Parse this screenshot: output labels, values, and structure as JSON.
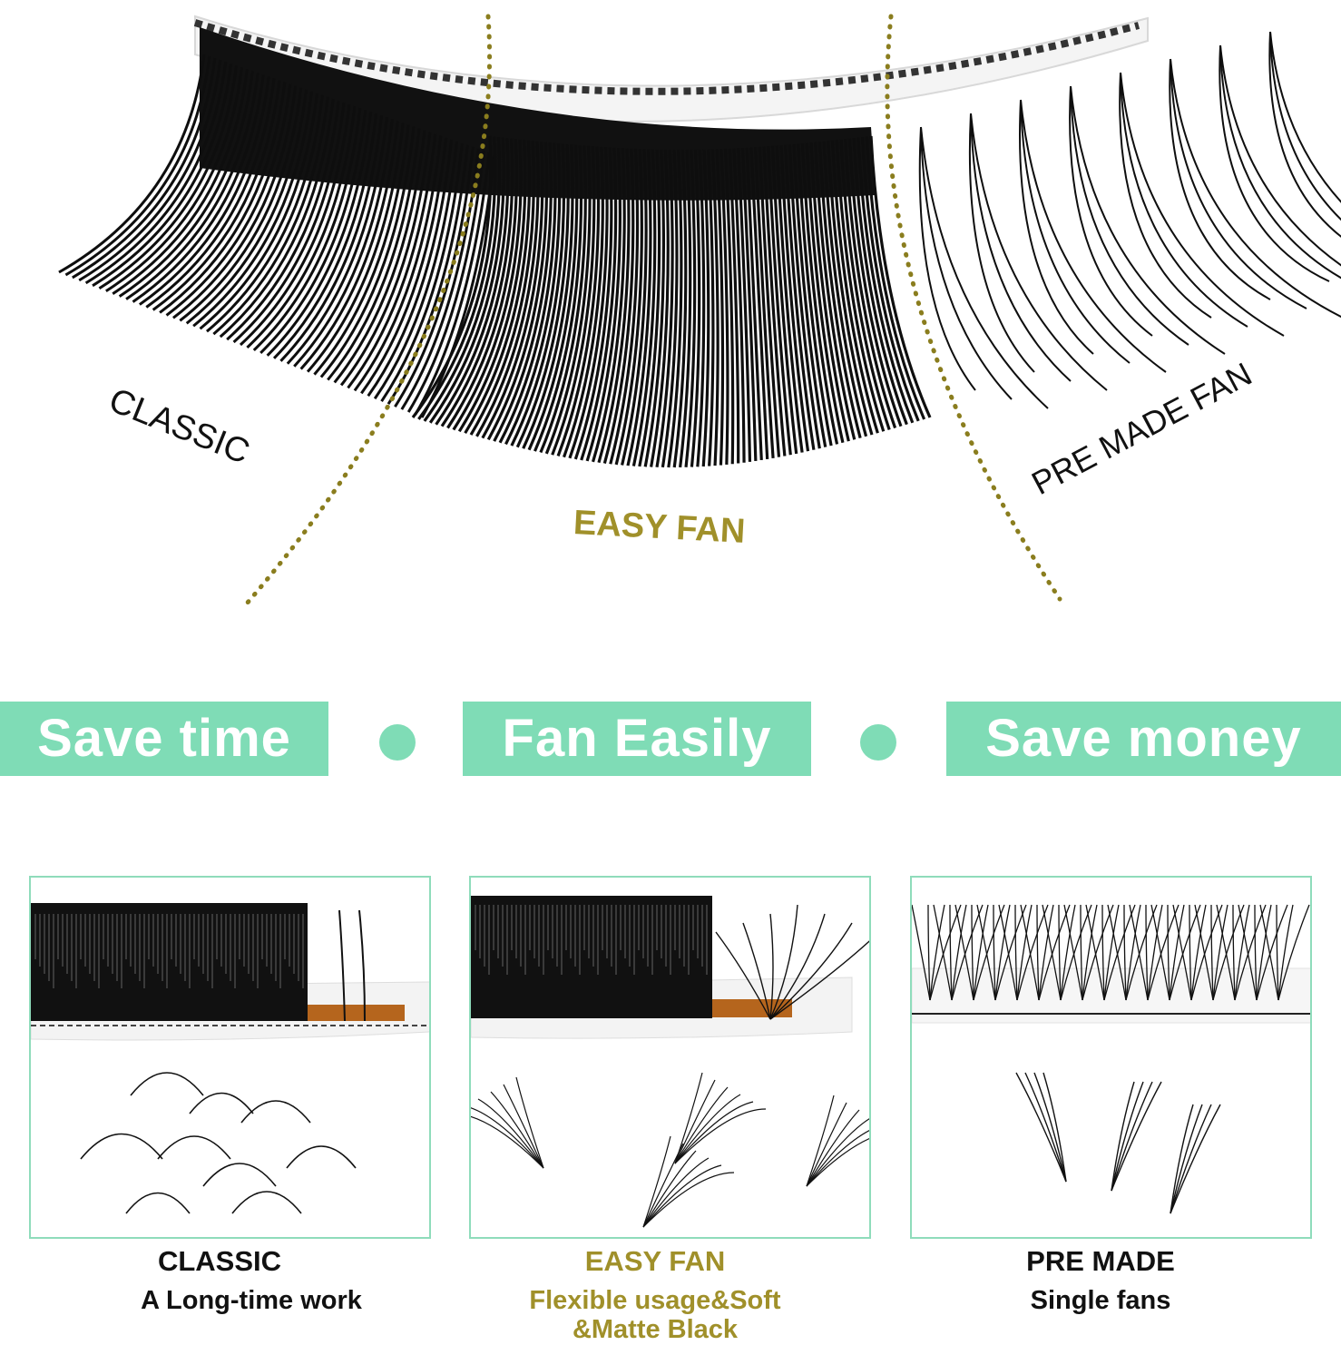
{
  "top_labels": {
    "classic": "CLASSIC",
    "easy_fan": "EASY FAN",
    "pre_made_fan": "PRE MADE FAN"
  },
  "banners": [
    {
      "label": "Save time"
    },
    {
      "label": "Fan Easily"
    },
    {
      "label": "Save money"
    }
  ],
  "captions": [
    {
      "title": "CLASSIC",
      "sub": [
        "A Long-time work"
      ]
    },
    {
      "title": "EASY FAN",
      "sub": [
        "Flexible usage&Soft",
        "&Matte Black"
      ]
    },
    {
      "title": "PRE MADE",
      "sub": [
        "Single fans"
      ]
    }
  ],
  "colors": {
    "accent_mint": "#7fdcb6",
    "gold": "#a0902a",
    "panel_border": "#8fdcbb",
    "lash_black": "#0e0e0e"
  }
}
